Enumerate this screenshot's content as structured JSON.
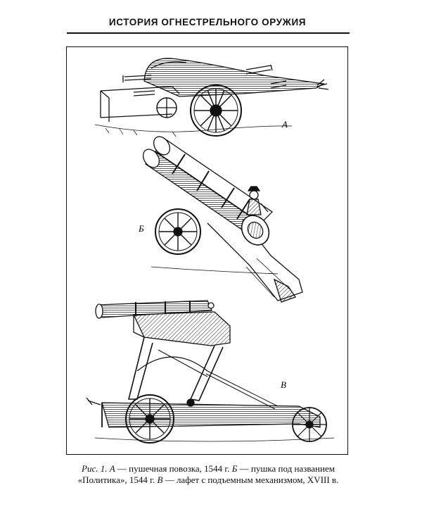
{
  "page": {
    "running_head": "ИСТОРИЯ ОГНЕСТРЕЛЬНОГО ОРУЖИЯ"
  },
  "figure": {
    "labels": {
      "a": "А",
      "b": "Б",
      "c": "В"
    },
    "caption": {
      "fig_ref": "Рис. 1.",
      "a_letter": "А",
      "a_text": " — пушечная повозка, 1544 г. ",
      "b_letter": "Б",
      "b_text": " — пушка под названием «Политика», 1544 г. ",
      "c_letter": "В",
      "c_text": " — лафет с подъемным механизмом, XVIII в."
    }
  }
}
